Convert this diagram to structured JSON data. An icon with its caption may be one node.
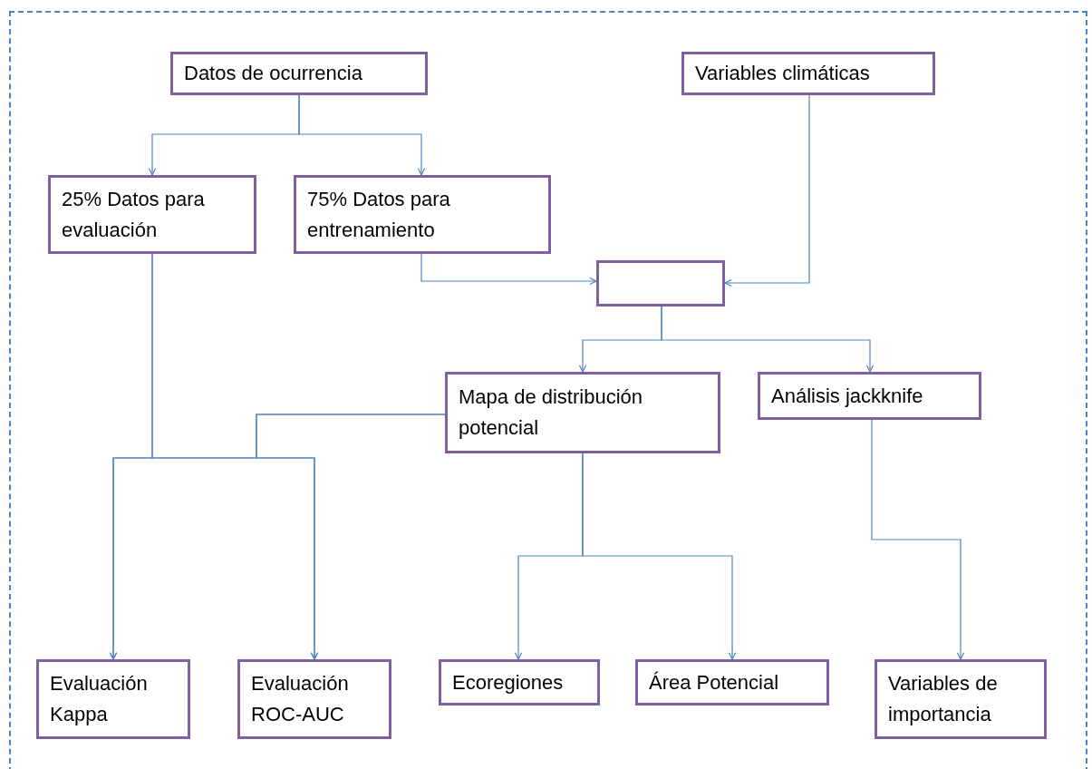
{
  "diagram": {
    "nodes": [
      {
        "text": [
          "Datos de ocurrencia"
        ]
      },
      {
        "text": [
          "Variables climáticas"
        ]
      },
      {
        "text": [
          "25% Datos para evaluación"
        ]
      },
      {
        "text": [
          "75% Datos para entrenamiento"
        ]
      },
      {
        "text": [],
        "shape": "box"
      },
      {
        "text": [
          "Mapa de distribución potencial"
        ]
      },
      {
        "text": [
          "Análisis jackknife"
        ]
      },
      {
        "text": [
          "Evaluación Kappa"
        ]
      },
      {
        "text": [
          "Evaluación ROC-AUC"
        ]
      },
      {
        "text": [
          "Ecoregiones"
        ]
      },
      {
        "text": [
          "Área Potencial"
        ]
      },
      {
        "text": [
          "Variables de importancia"
        ]
      }
    ],
    "edges": [
      {
        "from": 0,
        "to": 2,
        "arrow": "to"
      },
      {
        "from": 0,
        "to": 3,
        "arrow": "to"
      },
      {
        "from": 3,
        "to": 4,
        "arrow": "to"
      },
      {
        "from": 1,
        "to": 4,
        "arrow": "to"
      },
      {
        "from": 4,
        "to": 5,
        "arrow": "to"
      },
      {
        "from": 4,
        "to": 6,
        "arrow": "to"
      },
      {
        "from": 2,
        "to": 7,
        "arrow": "to"
      },
      {
        "from": 2,
        "to": 8,
        "arrow": "to"
      },
      {
        "from": 5,
        "to": 7,
        "arrow": "to"
      },
      {
        "from": 5,
        "to": 8,
        "arrow": "to"
      },
      {
        "from": 5,
        "to": 9,
        "arrow": "to"
      },
      {
        "from": 5,
        "to": 10,
        "arrow": "to"
      },
      {
        "from": 6,
        "to": 11,
        "arrow": "to"
      }
    ]
  }
}
